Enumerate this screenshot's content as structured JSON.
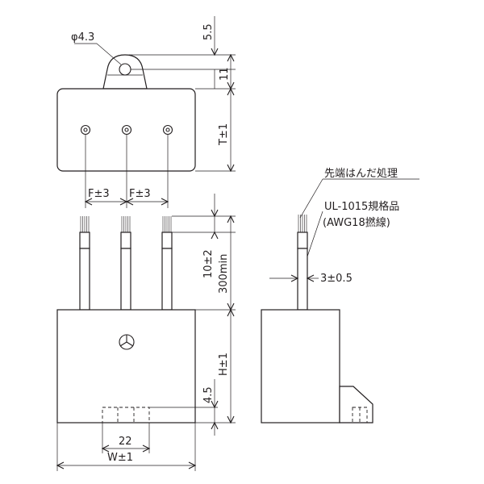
{
  "labels": {
    "hole_diameter": "φ4.3",
    "tab_height": "5.5",
    "tab_offset": "11",
    "depth": "T±1",
    "pitch_left": "F±3",
    "pitch_right": "F±3",
    "lead_exposed": "10±2",
    "lead_length": "300min",
    "body_height": "H±1",
    "standoff": "4.5",
    "slot_width": "22",
    "body_width": "W±1",
    "tip_note": "先端はんだ処理",
    "wire_spec_line1": "UL-1015規格品",
    "wire_spec_line2": "(AWG18撚線)",
    "wire_diameter": "3±0.5"
  },
  "colors": {
    "line": "#231f20",
    "background": "#ffffff"
  }
}
